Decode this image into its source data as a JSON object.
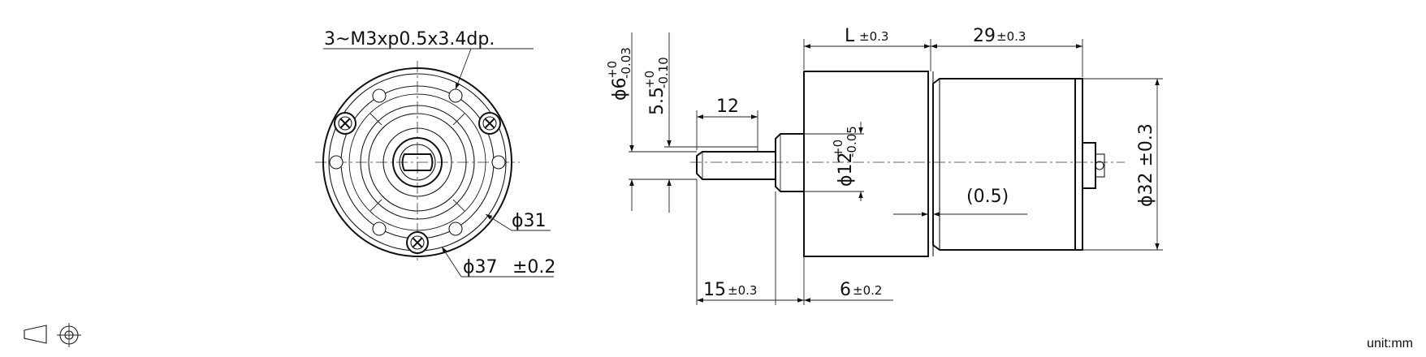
{
  "front_view": {
    "thread_callout": "3~M3xp0.5x3.4dp.",
    "dia_31": "ϕ31",
    "dia_37": "ϕ37",
    "dia_37_tol": "±0.2"
  },
  "side_view": {
    "shaft_dia": "ϕ6",
    "shaft_dia_tol_upper": "+0",
    "shaft_dia_tol_lower": "-0.03",
    "flat_dim": "5.5",
    "flat_tol_upper": "+0",
    "flat_tol_lower": "-0.10",
    "flat_length": "12",
    "boss_dia": "ϕ12",
    "boss_tol_upper": "+0",
    "boss_tol_lower": "-0.05",
    "gearbox_length": "L",
    "gearbox_length_tol": "±0.3",
    "motor_length": "29",
    "motor_length_tol": "±0.3",
    "gap": "(0.5)",
    "motor_dia": "ϕ32 ±0.3",
    "shaft_length": "15",
    "shaft_length_tol": "±0.3",
    "boss_length": "6",
    "boss_length_tol": "±0.2"
  },
  "footer": {
    "projection_symbol": "third-angle-projection-icon",
    "unit": "unit:mm"
  }
}
